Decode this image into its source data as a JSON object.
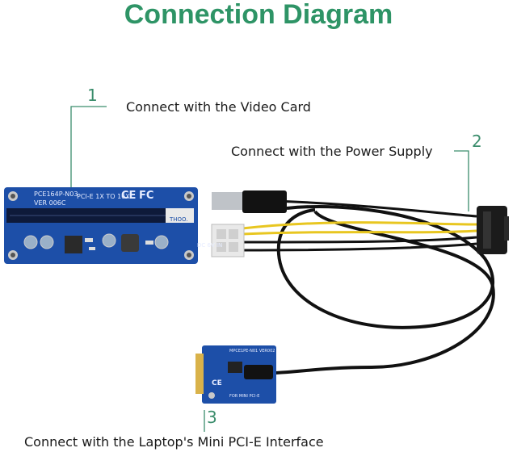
{
  "title": "Connection Diagram",
  "callouts": [
    {
      "number": "1",
      "text": "Connect with the Video Card"
    },
    {
      "number": "2",
      "text": "Connect with the Power Supply"
    },
    {
      "number": "3",
      "text": "Connect with the Laptop's Mini PCI-E Interface"
    }
  ],
  "riser_board": {
    "model_line1": "PCE164P-N03",
    "model_line2": "VER 006C",
    "text": "PCI-E 1X TO 16X",
    "ce_mark": "CE",
    "fc_mark": "FC",
    "side_label": "THOO.",
    "dc_label": "DC 6V IN"
  },
  "mini_card": {
    "header_text": "MPCE1PE-N01 VER002",
    "bottom_text": "FOR MINI PCI-E",
    "ce_mark": "CE"
  },
  "colors": {
    "title": "#2e9466",
    "callout": "#3b8d6c",
    "pcb": "#1d4fa8",
    "slot": "#0e1a3a",
    "cable": "#111111",
    "yellow_wire": "#e8c620"
  }
}
